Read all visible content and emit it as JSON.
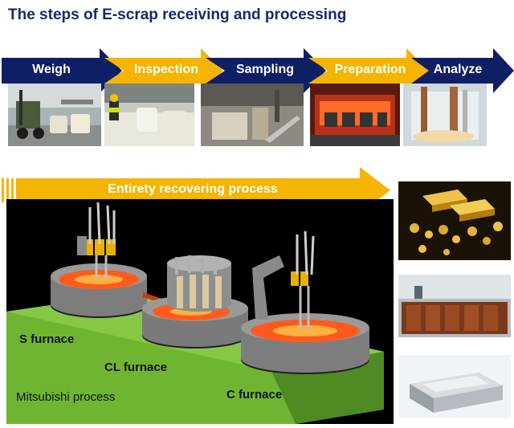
{
  "title": "The steps of E-scrap receiving and processing",
  "steps": [
    {
      "label": "Weigh",
      "color": "#0f1f66"
    },
    {
      "label": "Inspection",
      "color": "#f5b400"
    },
    {
      "label": "Sampling",
      "color": "#0f1f66"
    },
    {
      "label": "Preparation",
      "color": "#f5b400"
    },
    {
      "label": "Analyze",
      "color": "#0f1f66"
    }
  ],
  "banner": {
    "label": "Entirety recovering process",
    "color": "#f5b400"
  },
  "furnaces": {
    "s": "S furnace",
    "cl": "CL furnace",
    "c": "C furnace"
  },
  "process_label": "Mitsubishi process",
  "colors": {
    "navy": "#0f1f66",
    "gold": "#f5b400",
    "title": "#132b6b",
    "plant_bg": "#000000",
    "slab": "#6fb532",
    "melt": "#ff5a1e"
  }
}
